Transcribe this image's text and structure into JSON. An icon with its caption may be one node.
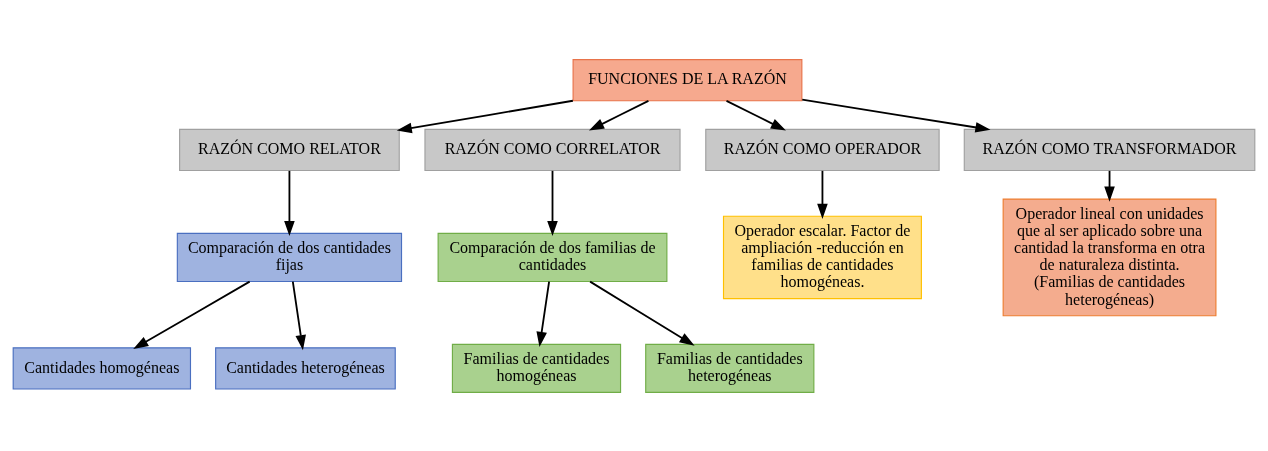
{
  "diagram": {
    "nodes": [
      {
        "text": [
          "FUNCIONES DE LA RAZÓN"
        ]
      },
      {
        "text": [
          "RAZÓN COMO RELATOR"
        ]
      },
      {
        "text": [
          "RAZÓN COMO CORRELATOR"
        ]
      },
      {
        "text": [
          "RAZÓN COMO OPERADOR"
        ]
      },
      {
        "text": [
          "RAZÓN COMO TRANSFORMADOR"
        ]
      },
      {
        "text": [
          "Comparación de dos cantidades fijas"
        ]
      },
      {
        "text": [
          "Cantidades homogéneas"
        ]
      },
      {
        "text": [
          "Cantidades heterogéneas"
        ]
      },
      {
        "text": [
          "Comparación de dos familias de cantidades"
        ]
      },
      {
        "text": [
          "Familias de cantidades homogéneas"
        ]
      },
      {
        "text": [
          "Familias de cantidades heterogéneas"
        ]
      },
      {
        "text": [
          "Operador escalar. Factor de ampliación -reducción en familias de cantidades homogéneas."
        ]
      },
      {
        "text": [
          "Operador lineal con unidades que al ser aplicado sobre una cantidad la transforma en otra de naturaleza distinta. (Familias de cantidades heterogéneas)"
        ]
      }
    ],
    "edges": [
      {
        "from": 0,
        "to": 1,
        "arrow": "to"
      },
      {
        "from": 0,
        "to": 2,
        "arrow": "to"
      },
      {
        "from": 0,
        "to": 3,
        "arrow": "to"
      },
      {
        "from": 0,
        "to": 4,
        "arrow": "to"
      },
      {
        "from": 1,
        "to": 5,
        "arrow": "to"
      },
      {
        "from": 5,
        "to": 6,
        "arrow": "to"
      },
      {
        "from": 5,
        "to": 7,
        "arrow": "to"
      },
      {
        "from": 2,
        "to": 8,
        "arrow": "to"
      },
      {
        "from": 8,
        "to": 9,
        "arrow": "to"
      },
      {
        "from": 8,
        "to": 10,
        "arrow": "to"
      },
      {
        "from": 3,
        "to": 11,
        "arrow": "to"
      },
      {
        "from": 4,
        "to": 12,
        "arrow": "to"
      }
    ]
  }
}
